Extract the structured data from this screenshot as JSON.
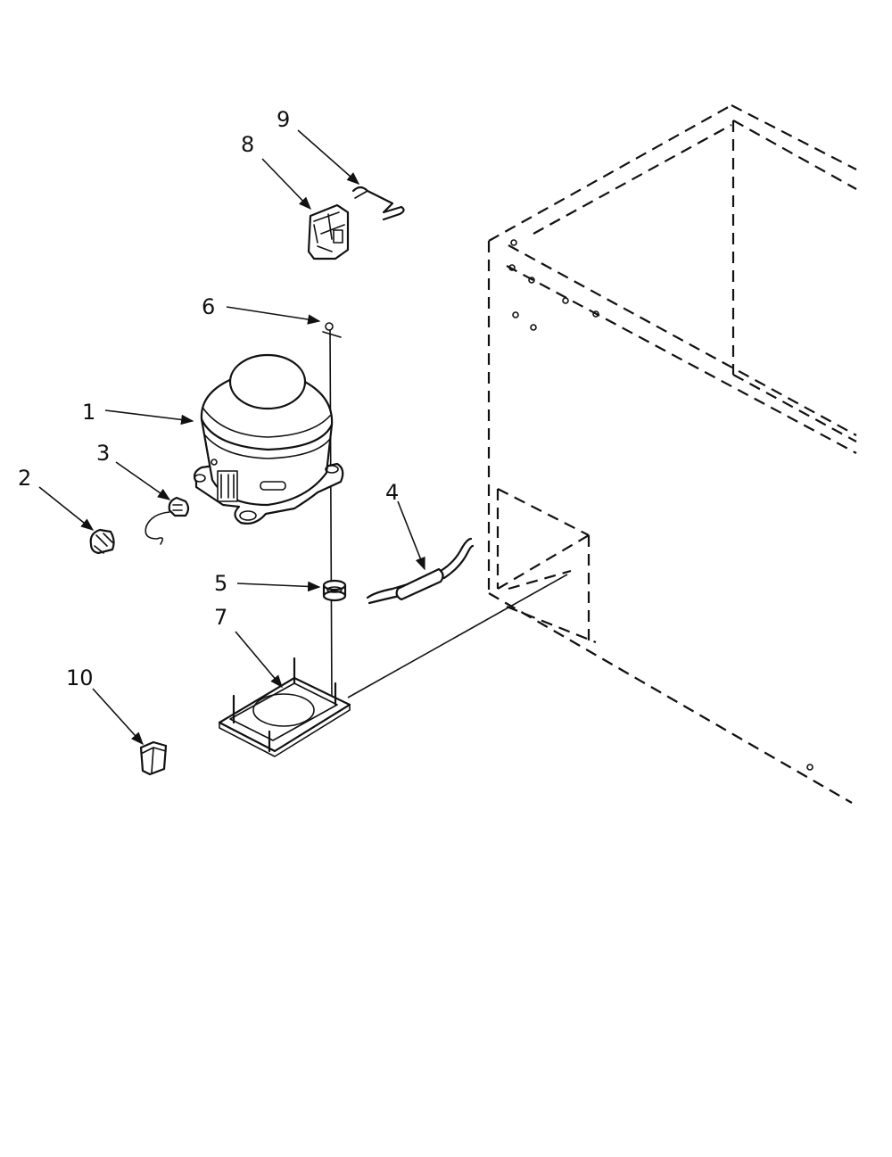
{
  "callouts": [
    {
      "id": "1",
      "label": "1"
    },
    {
      "id": "2",
      "label": "2"
    },
    {
      "id": "3",
      "label": "3"
    },
    {
      "id": "4",
      "label": "4"
    },
    {
      "id": "5",
      "label": "5"
    },
    {
      "id": "6",
      "label": "6"
    },
    {
      "id": "7",
      "label": "7"
    },
    {
      "id": "8",
      "label": "8"
    },
    {
      "id": "9",
      "label": "9"
    },
    {
      "id": "10",
      "label": "10"
    }
  ],
  "colors": {
    "ink": "#111111",
    "background": "#ffffff"
  }
}
